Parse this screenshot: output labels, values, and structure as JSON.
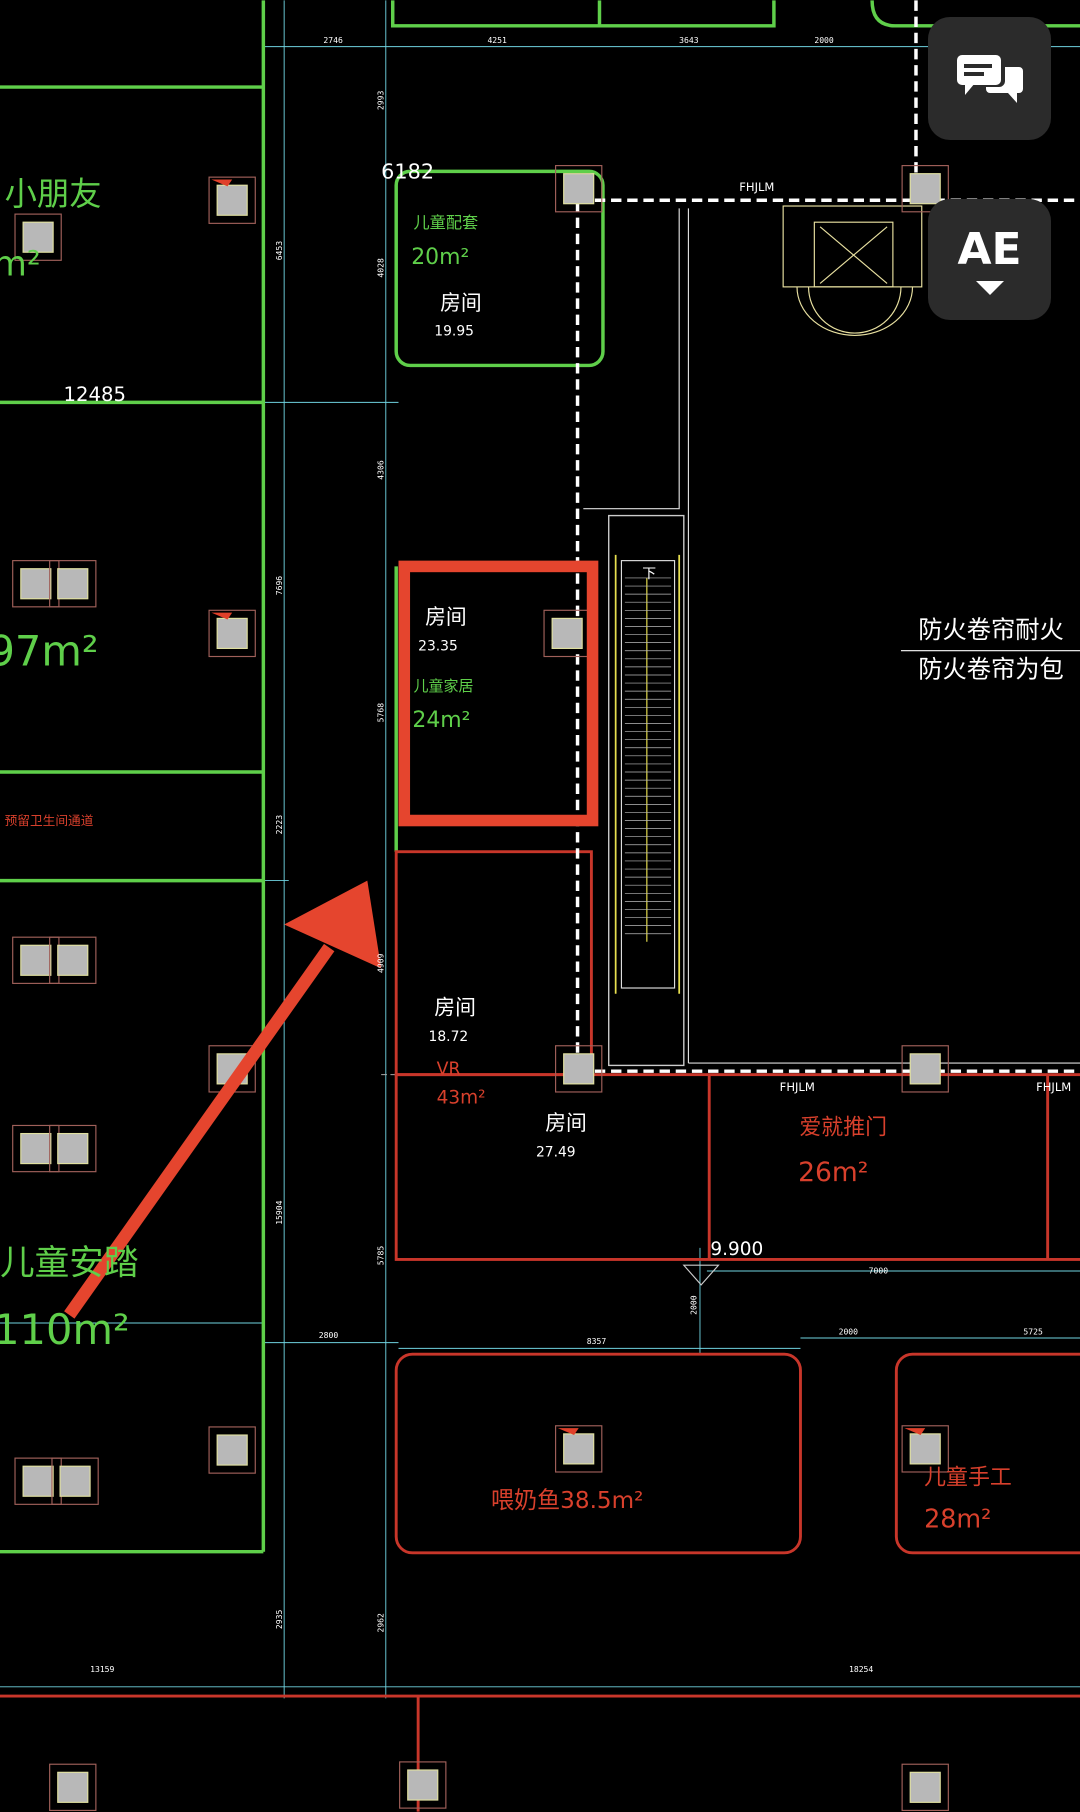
{
  "drawing": {
    "dimensions_top": [
      "2746",
      "4251",
      "3643",
      "2000"
    ],
    "dimensions_left": [
      "6453",
      "7696",
      "2223",
      "15904",
      "2935"
    ],
    "dimensions_mid": [
      "2993",
      "4028",
      "4306",
      "5768",
      "4909",
      "5785",
      "2962"
    ],
    "dimensions_bottom": [
      "2800",
      "8357",
      "2000",
      "5725",
      "7000",
      "2000",
      "13159",
      "18254"
    ],
    "dim_6182": "6182",
    "dim_12485": "12485",
    "level": "9.900",
    "fhjlm": "FHJLM",
    "stair_down": "下",
    "rooms": [
      {
        "name": "儿童配套",
        "area": "20m²",
        "label": "房间",
        "value": "19.95"
      },
      {
        "name": "儿童家居",
        "area": "24m²",
        "label": "房间",
        "value": "23.35"
      },
      {
        "name": "VR",
        "area": "43m²",
        "label": "房间",
        "value": "18.72"
      },
      {
        "label": "房间",
        "value": "27.49"
      },
      {
        "name": "爱就推门",
        "area": "26m²"
      },
      {
        "name": "喂奶鱼38.5m²"
      },
      {
        "name": "儿童手工",
        "area": "28m²"
      }
    ],
    "left_texts": [
      "小朋友",
      "m²",
      "97m²",
      "预留卫生间通道",
      "儿童安踏",
      "110m²"
    ],
    "note_lines": [
      "防火卷帘耐火",
      "防火卷帘为包"
    ]
  },
  "overlay": {
    "chat_button": "chat-icon",
    "text_button": "AE"
  },
  "colors": {
    "highlight": "#e5452e",
    "green": "#5fcf4a",
    "red": "#c8362a",
    "dim": "#6fd3e0"
  }
}
